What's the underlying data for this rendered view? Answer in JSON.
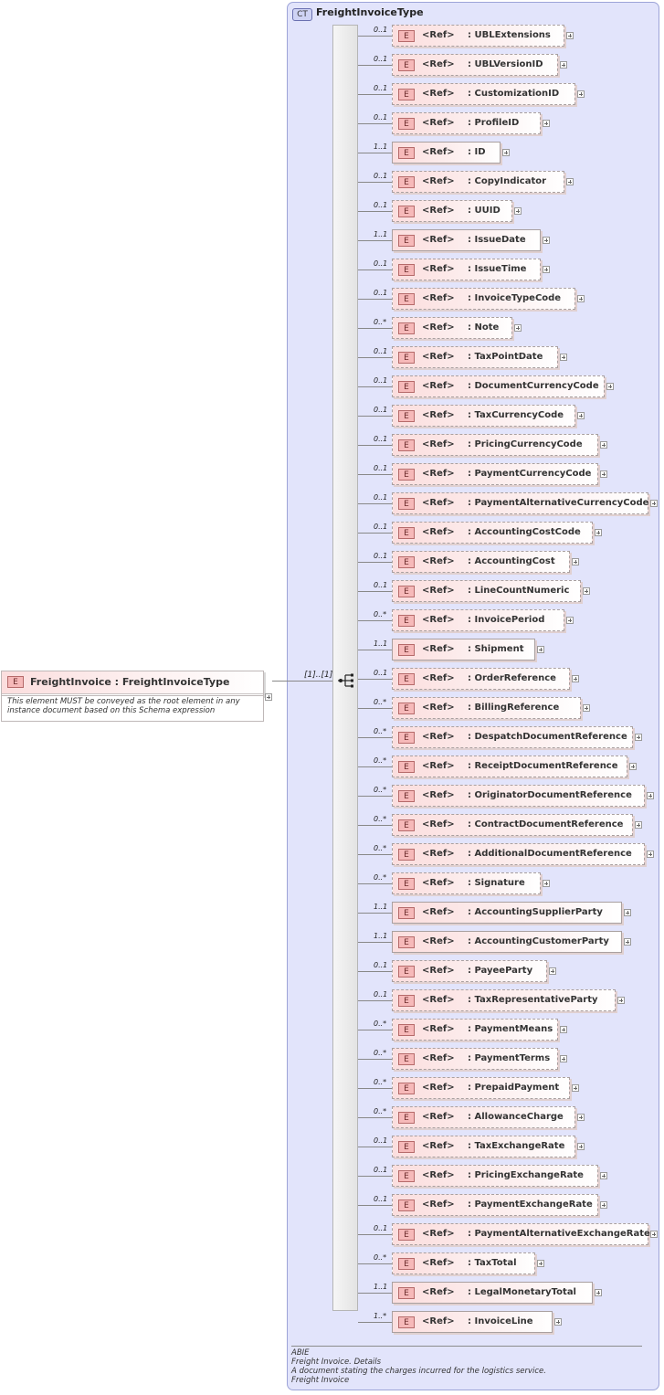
{
  "complex_type": {
    "badge": "CT",
    "name": "FreightInvoiceType"
  },
  "root_element": {
    "badge": "E",
    "title": "FreightInvoice : FreightInvoiceType",
    "documentation": "This element MUST be conveyed as the root element in any instance document based on this Schema expression"
  },
  "sequence": {
    "multiplicity": "[1]..[1]"
  },
  "ref_label": "<Ref>",
  "element_badge": "E",
  "elements": [
    {
      "name": ": UBLExtensions",
      "mult": "0..1",
      "optional": true
    },
    {
      "name": ": UBLVersionID",
      "mult": "0..1",
      "optional": true
    },
    {
      "name": ": CustomizationID",
      "mult": "0..1",
      "optional": true
    },
    {
      "name": ": ProfileID",
      "mult": "0..1",
      "optional": true
    },
    {
      "name": ": ID",
      "mult": "1..1",
      "optional": false
    },
    {
      "name": ": CopyIndicator",
      "mult": "0..1",
      "optional": true
    },
    {
      "name": ": UUID",
      "mult": "0..1",
      "optional": true
    },
    {
      "name": ": IssueDate",
      "mult": "1..1",
      "optional": false
    },
    {
      "name": ": IssueTime",
      "mult": "0..1",
      "optional": true
    },
    {
      "name": ": InvoiceTypeCode",
      "mult": "0..1",
      "optional": true
    },
    {
      "name": ": Note",
      "mult": "0..*",
      "optional": true
    },
    {
      "name": ": TaxPointDate",
      "mult": "0..1",
      "optional": true
    },
    {
      "name": ": DocumentCurrencyCode",
      "mult": "0..1",
      "optional": true
    },
    {
      "name": ": TaxCurrencyCode",
      "mult": "0..1",
      "optional": true
    },
    {
      "name": ": PricingCurrencyCode",
      "mult": "0..1",
      "optional": true
    },
    {
      "name": ": PaymentCurrencyCode",
      "mult": "0..1",
      "optional": true
    },
    {
      "name": ": PaymentAlternativeCurrencyCode",
      "mult": "0..1",
      "optional": true
    },
    {
      "name": ": AccountingCostCode",
      "mult": "0..1",
      "optional": true
    },
    {
      "name": ": AccountingCost",
      "mult": "0..1",
      "optional": true
    },
    {
      "name": ": LineCountNumeric",
      "mult": "0..1",
      "optional": true
    },
    {
      "name": ": InvoicePeriod",
      "mult": "0..*",
      "optional": true
    },
    {
      "name": ": Shipment",
      "mult": "1..1",
      "optional": false
    },
    {
      "name": ": OrderReference",
      "mult": "0..1",
      "optional": true
    },
    {
      "name": ": BillingReference",
      "mult": "0..*",
      "optional": true
    },
    {
      "name": ": DespatchDocumentReference",
      "mult": "0..*",
      "optional": true
    },
    {
      "name": ": ReceiptDocumentReference",
      "mult": "0..*",
      "optional": true
    },
    {
      "name": ": OriginatorDocumentReference",
      "mult": "0..*",
      "optional": true
    },
    {
      "name": ": ContractDocumentReference",
      "mult": "0..*",
      "optional": true
    },
    {
      "name": ": AdditionalDocumentReference",
      "mult": "0..*",
      "optional": true
    },
    {
      "name": ": Signature",
      "mult": "0..*",
      "optional": true
    },
    {
      "name": ": AccountingSupplierParty",
      "mult": "1..1",
      "optional": false
    },
    {
      "name": ": AccountingCustomerParty",
      "mult": "1..1",
      "optional": false
    },
    {
      "name": ": PayeeParty",
      "mult": "0..1",
      "optional": true
    },
    {
      "name": ": TaxRepresentativeParty",
      "mult": "0..1",
      "optional": true
    },
    {
      "name": ": PaymentMeans",
      "mult": "0..*",
      "optional": true
    },
    {
      "name": ": PaymentTerms",
      "mult": "0..*",
      "optional": true
    },
    {
      "name": ": PrepaidPayment",
      "mult": "0..*",
      "optional": true
    },
    {
      "name": ": AllowanceCharge",
      "mult": "0..*",
      "optional": true
    },
    {
      "name": ": TaxExchangeRate",
      "mult": "0..1",
      "optional": true
    },
    {
      "name": ": PricingExchangeRate",
      "mult": "0..1",
      "optional": true
    },
    {
      "name": ": PaymentExchangeRate",
      "mult": "0..1",
      "optional": true
    },
    {
      "name": ": PaymentAlternativeExchangeRate",
      "mult": "0..1",
      "optional": true
    },
    {
      "name": ": TaxTotal",
      "mult": "0..*",
      "optional": true
    },
    {
      "name": ": LegalMonetaryTotal",
      "mult": "1..1",
      "optional": false
    },
    {
      "name": ": InvoiceLine",
      "mult": "1..*",
      "optional": false
    }
  ],
  "footer": {
    "line1": "ABIE",
    "line2": "Freight Invoice. Details",
    "line3": "A document stating the charges incurred for the logistics service.",
    "line4": "Freight Invoice"
  }
}
